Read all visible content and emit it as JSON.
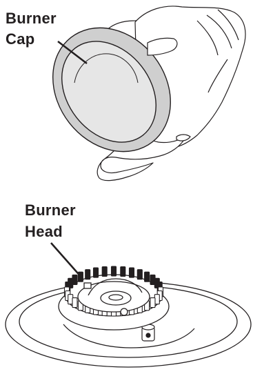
{
  "labels": {
    "burner_cap": [
      "Burner",
      "Cap"
    ],
    "burner_head": [
      "Burner",
      "Head"
    ]
  },
  "colors": {
    "outline": "#231f20",
    "cap_fill": "#cfcfcf",
    "cap_center": "#e6e6e6",
    "background": "#ffffff"
  },
  "counts": {
    "burner_port_teeth": 32
  }
}
